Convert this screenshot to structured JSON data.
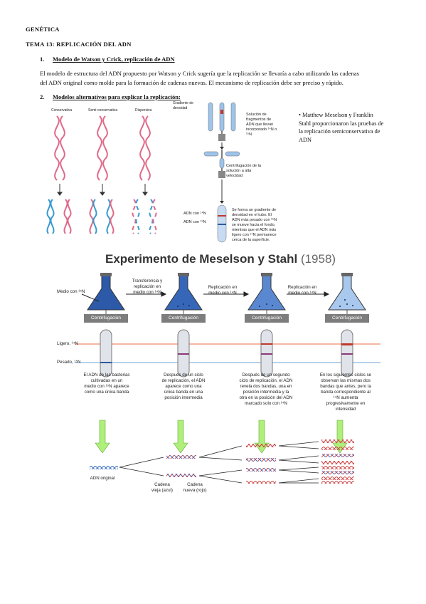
{
  "header": {
    "subject": "GENÉTICA",
    "topic": "TEMA 13: REPLICACIÓN DEL ADN"
  },
  "section1": {
    "number": "1.",
    "title": "Modelo de Watson y Crick, replicación de ADN",
    "paragraph_line1": "El modelo de estructura del ADN propuesto por Watson y Crick sugería que la replicación se llevaría a cabo utilizando las cadenas",
    "paragraph_line2": "del ADN original como molde para la formación de cadenas nuevas. El mecanismo de replicación debe ser preciso y rápido."
  },
  "section2": {
    "number": "2.",
    "title": "Modelos alternativos para explicar la replicación:"
  },
  "models_figure": {
    "labels": [
      "Conservativa",
      "Semi-conservativa",
      "Dispersiva"
    ],
    "gradient_label_1": "Gradiente de",
    "gradient_label_2": "densidad",
    "solution_text": [
      "Solución de",
      "fragmentos de",
      "ADN que llevan",
      "incorporado ¹⁴N o",
      "¹⁵N."
    ],
    "centrifuge_text": [
      "Centrifugación de la",
      "solución a alta",
      "velocidad"
    ],
    "adn14": "ADN con ¹⁴N",
    "adn15": "ADN con ¹⁵N",
    "result_text": [
      "Se forma un gradiente de",
      "densidad en el tubo. El",
      "ADN más pesado con ¹⁵N",
      "se mueve hacia el fondo,",
      "mientras que el ADN más",
      "ligero con ¹⁴N permanece",
      "cerca de la superficie."
    ]
  },
  "side_note": {
    "bullet": "•",
    "lines": [
      "Matthew Meselson y Franklin",
      "Stahl proporcionaron las pruebas de",
      "la replicación semiconservativa de",
      "ADN"
    ]
  },
  "experiment": {
    "title": "Experimento de Meselson y Stahl",
    "year": "(1958)",
    "medium15": "Medio con ¹⁵N",
    "transfer": [
      "Transferencia y",
      "replicación  en",
      "medio con ¹⁴N"
    ],
    "replication1": [
      "Replicación en",
      "medio con ¹⁴N"
    ],
    "replication2": [
      "Replicación en",
      "medio con ¹⁴N"
    ],
    "centrifugation": "Centrifugación",
    "light": "Ligero, ¹⁴N",
    "heavy": "Pesado, ¹⁵N",
    "captions": [
      [
        "El ADN de las bacterias",
        "cultivadas en un",
        "medio con ¹⁵N aparece",
        "como una única banda"
      ],
      [
        "Después de un ciclo",
        "de replicación, el ADN",
        "aparece como una",
        "única banda en una",
        "posición intermedia"
      ],
      [
        "Después de un segundo",
        "ciclo de replicación, el ADN",
        "revela dos bandas, una en",
        "posición intermedia y la",
        "otra en la posición del ADN",
        "marcado solo con ¹⁴N"
      ],
      [
        "En los siguientes ciclos se",
        "observan las mismas dos",
        "bandas que antes, pero la",
        "banda correspondiente al",
        "¹⁴N aumenta",
        "progresivamente en",
        "intensidad"
      ]
    ],
    "original": "ADN original",
    "old_strand": [
      "Cadena",
      "vieja (azul)"
    ],
    "new_strand": [
      "Cadena",
      "nueva (rojo)"
    ]
  },
  "colors": {
    "blue": "#3a6fc4",
    "red": "#d04a4a",
    "pink": "#e06a8a",
    "arrow_green": "#aef07a",
    "light_line": "#f08a6a",
    "heavy_line": "#8ab8e0"
  }
}
